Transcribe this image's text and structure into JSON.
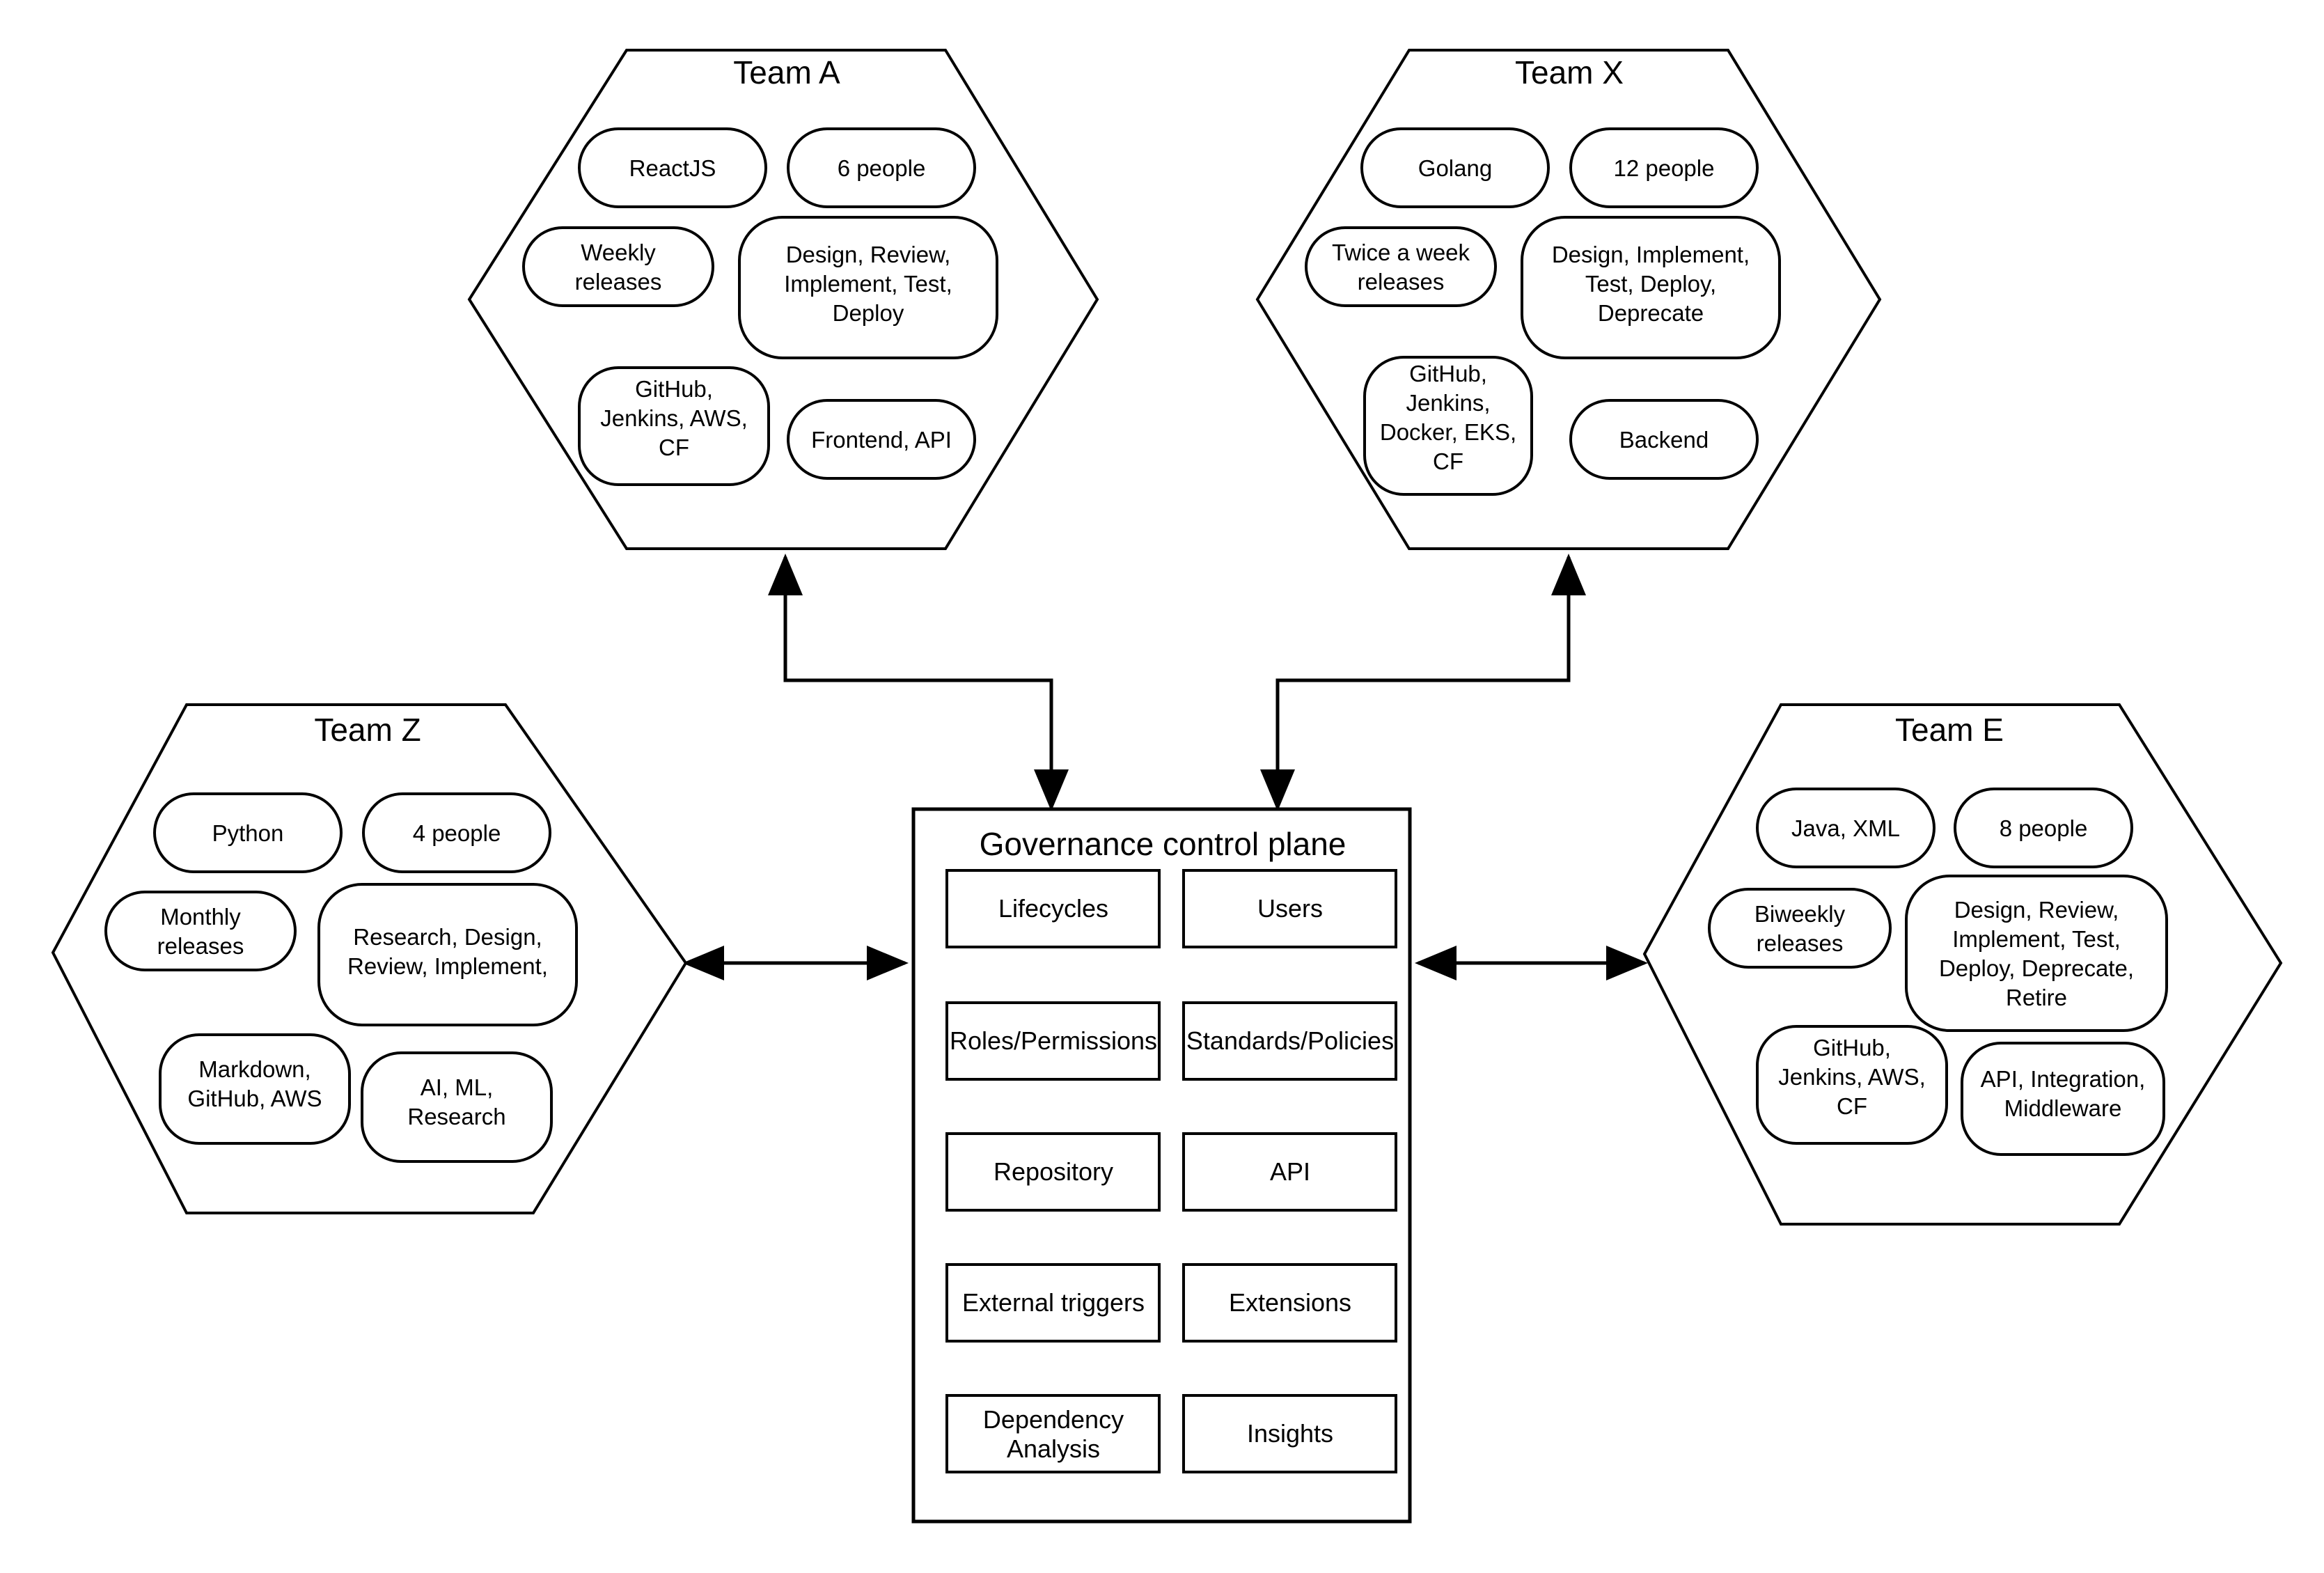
{
  "diagram": {
    "title_text": "Governance control plane",
    "stroke_color": "#000000",
    "background_color": "#ffffff"
  },
  "teams": [
    {
      "id": "team-a",
      "title": "Team A",
      "pills": [
        {
          "name": "tech-stack",
          "lines": [
            "ReactJS"
          ]
        },
        {
          "name": "team-size",
          "lines": [
            "6 people"
          ]
        },
        {
          "name": "release-cadence",
          "lines": [
            "Weekly",
            "releases"
          ]
        },
        {
          "name": "lifecycle",
          "lines": [
            "Design, Review,",
            "Implement, Test,",
            "Deploy"
          ]
        },
        {
          "name": "tooling",
          "lines": [
            "GitHub,",
            "Jenkins, AWS,",
            "CF"
          ]
        },
        {
          "name": "scope",
          "lines": [
            "Frontend, API"
          ]
        }
      ]
    },
    {
      "id": "team-x",
      "title": "Team X",
      "pills": [
        {
          "name": "tech-stack",
          "lines": [
            "Golang"
          ]
        },
        {
          "name": "team-size",
          "lines": [
            "12 people"
          ]
        },
        {
          "name": "release-cadence",
          "lines": [
            "Twice a week",
            "releases"
          ]
        },
        {
          "name": "lifecycle",
          "lines": [
            "Design, Implement,",
            "Test, Deploy,",
            "Deprecate"
          ]
        },
        {
          "name": "tooling",
          "lines": [
            "GitHub,",
            "Jenkins,",
            "Docker, EKS,",
            "CF"
          ]
        },
        {
          "name": "scope",
          "lines": [
            "Backend"
          ]
        }
      ]
    },
    {
      "id": "team-z",
      "title": "Team Z",
      "pills": [
        {
          "name": "tech-stack",
          "lines": [
            "Python"
          ]
        },
        {
          "name": "team-size",
          "lines": [
            "4 people"
          ]
        },
        {
          "name": "release-cadence",
          "lines": [
            "Monthly",
            "releases"
          ]
        },
        {
          "name": "lifecycle",
          "lines": [
            "Research, Design,",
            "Review, Implement,"
          ]
        },
        {
          "name": "tooling",
          "lines": [
            "Markdown,",
            "GitHub, AWS"
          ]
        },
        {
          "name": "scope",
          "lines": [
            "AI, ML,",
            "Research"
          ]
        }
      ]
    },
    {
      "id": "team-e",
      "title": "Team E",
      "pills": [
        {
          "name": "tech-stack",
          "lines": [
            "Java, XML"
          ]
        },
        {
          "name": "team-size",
          "lines": [
            "8 people"
          ]
        },
        {
          "name": "release-cadence",
          "lines": [
            "Biweekly",
            "releases"
          ]
        },
        {
          "name": "lifecycle",
          "lines": [
            "Design, Review,",
            "Implement, Test,",
            "Deploy, Deprecate,",
            "Retire"
          ]
        },
        {
          "name": "tooling",
          "lines": [
            "GitHub,",
            "Jenkins, AWS,",
            "CF"
          ]
        },
        {
          "name": "scope",
          "lines": [
            "API, Integration,",
            "Middleware"
          ]
        }
      ]
    }
  ],
  "control_plane": {
    "title": "Governance control plane",
    "capabilities_left": [
      {
        "name": "lifecycles",
        "lines": [
          "Lifecycles"
        ]
      },
      {
        "name": "roles-permissions",
        "lines": [
          "Roles/Permissions"
        ]
      },
      {
        "name": "repository",
        "lines": [
          "Repository"
        ]
      },
      {
        "name": "external-triggers",
        "lines": [
          "External triggers"
        ]
      },
      {
        "name": "dependency-analysis",
        "lines": [
          "Dependency",
          "Analysis"
        ]
      }
    ],
    "capabilities_right": [
      {
        "name": "users",
        "lines": [
          "Users"
        ]
      },
      {
        "name": "standards-policies",
        "lines": [
          "Standards/Policies"
        ]
      },
      {
        "name": "api",
        "lines": [
          "API"
        ]
      },
      {
        "name": "extensions",
        "lines": [
          "Extensions"
        ]
      },
      {
        "name": "insights",
        "lines": [
          "Insights"
        ]
      }
    ]
  },
  "connections": [
    {
      "name": "team-a-to-control-plane",
      "direction": "bidirectional"
    },
    {
      "name": "team-x-to-control-plane",
      "direction": "bidirectional"
    },
    {
      "name": "team-z-to-control-plane",
      "direction": "bidirectional"
    },
    {
      "name": "team-e-to-control-plane",
      "direction": "bidirectional"
    }
  ]
}
